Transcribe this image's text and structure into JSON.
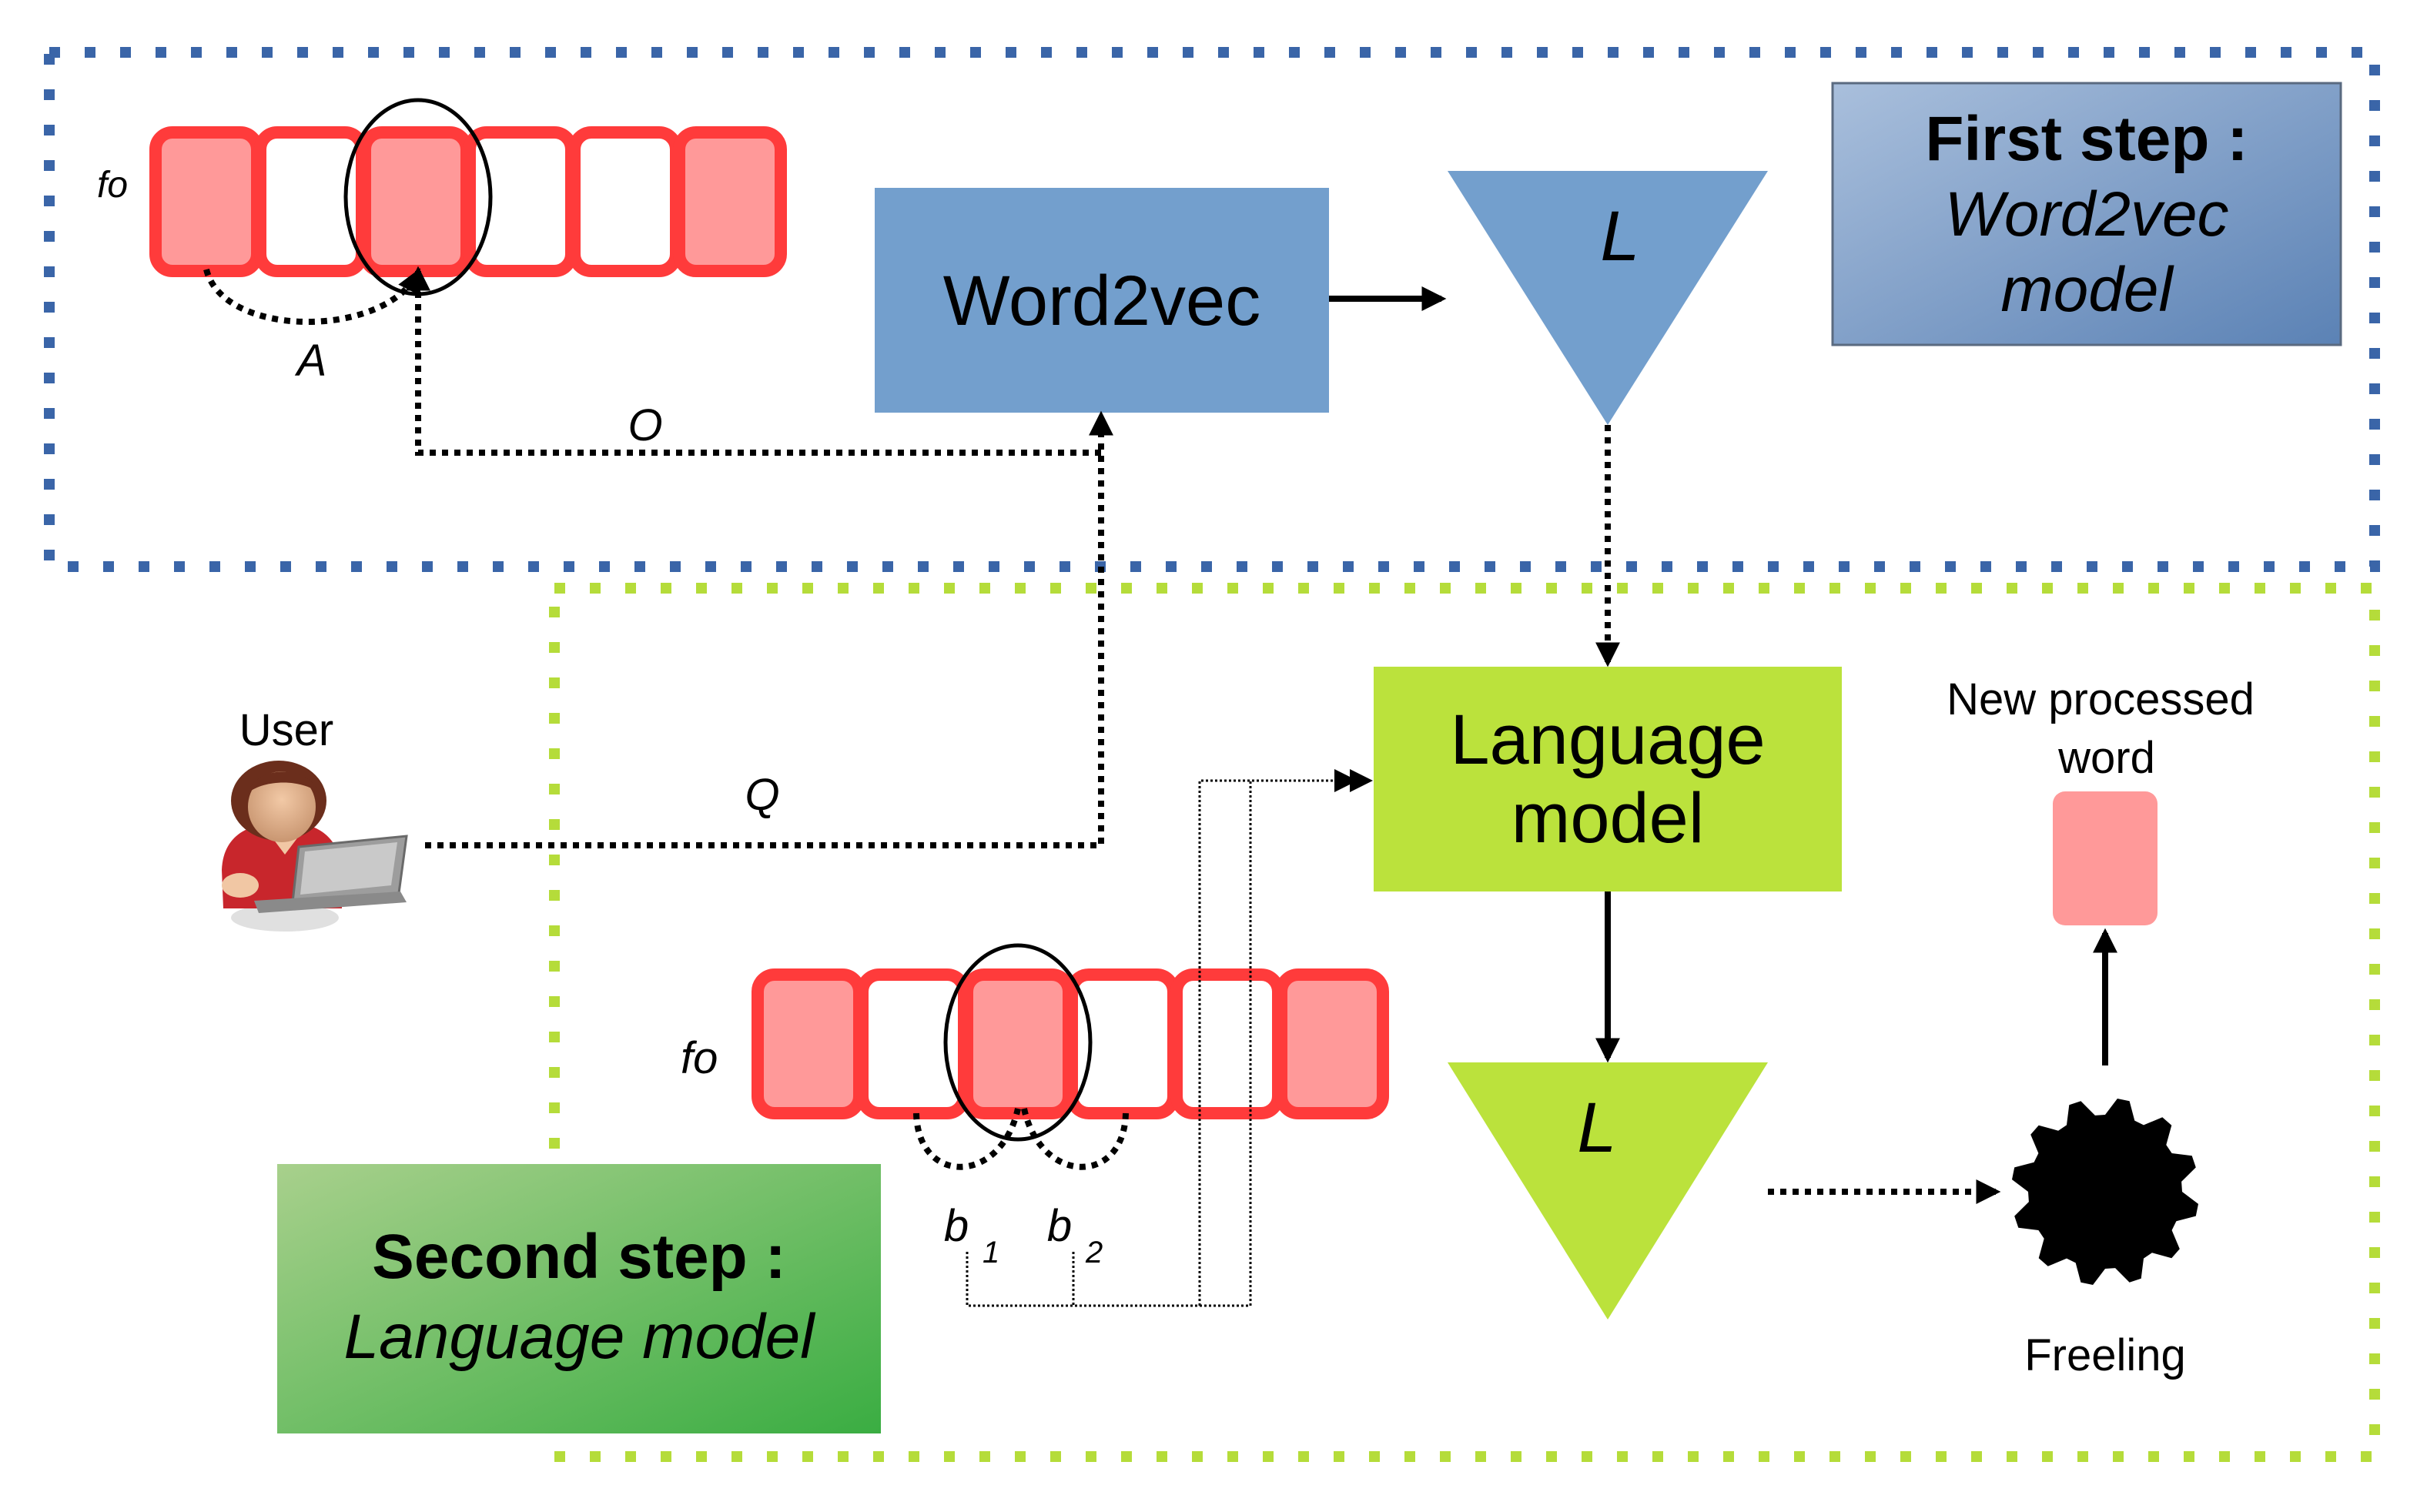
{
  "colors": {
    "step1_border": "#3a65a8",
    "step2_border": "#b5dc3a",
    "word2vec_box": "#739fcd",
    "step1_triangle": "#739fcd",
    "language_box": "#bbe23c",
    "step2_triangle": "#bbe23c",
    "token_fill": "#ff9999",
    "token_border": "#ff3b3b",
    "step1_label_grad_from": "#a9bfdc",
    "step1_label_grad_to": "#5b82b5",
    "step2_label_grad_from": "#a8d08c",
    "step2_label_grad_to": "#3aad42"
  },
  "step1": {
    "vector_label": "fo",
    "arc_label_a": "A",
    "arrow_label_o": "O",
    "word2vec_label": "Word2vec",
    "triangle_label": "L",
    "title_bold": "First step :",
    "title_line2": "Word2vec",
    "title_line3": "model",
    "token_filled": [
      true,
      false,
      true,
      false,
      false,
      true
    ]
  },
  "user": {
    "label": "User",
    "query_label": "Q"
  },
  "step2": {
    "language_line1": "Language",
    "language_line2": "model",
    "triangle_label": "L",
    "vector_label": "fo",
    "b1_label": "b",
    "b1_sub": "1",
    "b2_label": "b",
    "b2_sub": "2",
    "new_word_line1": "New processed",
    "new_word_line2": "word",
    "freeling_label": "Freeling",
    "title_bold": "Second step :",
    "title_line2": "Language model",
    "token_filled": [
      true,
      false,
      true,
      false,
      false,
      true
    ]
  }
}
